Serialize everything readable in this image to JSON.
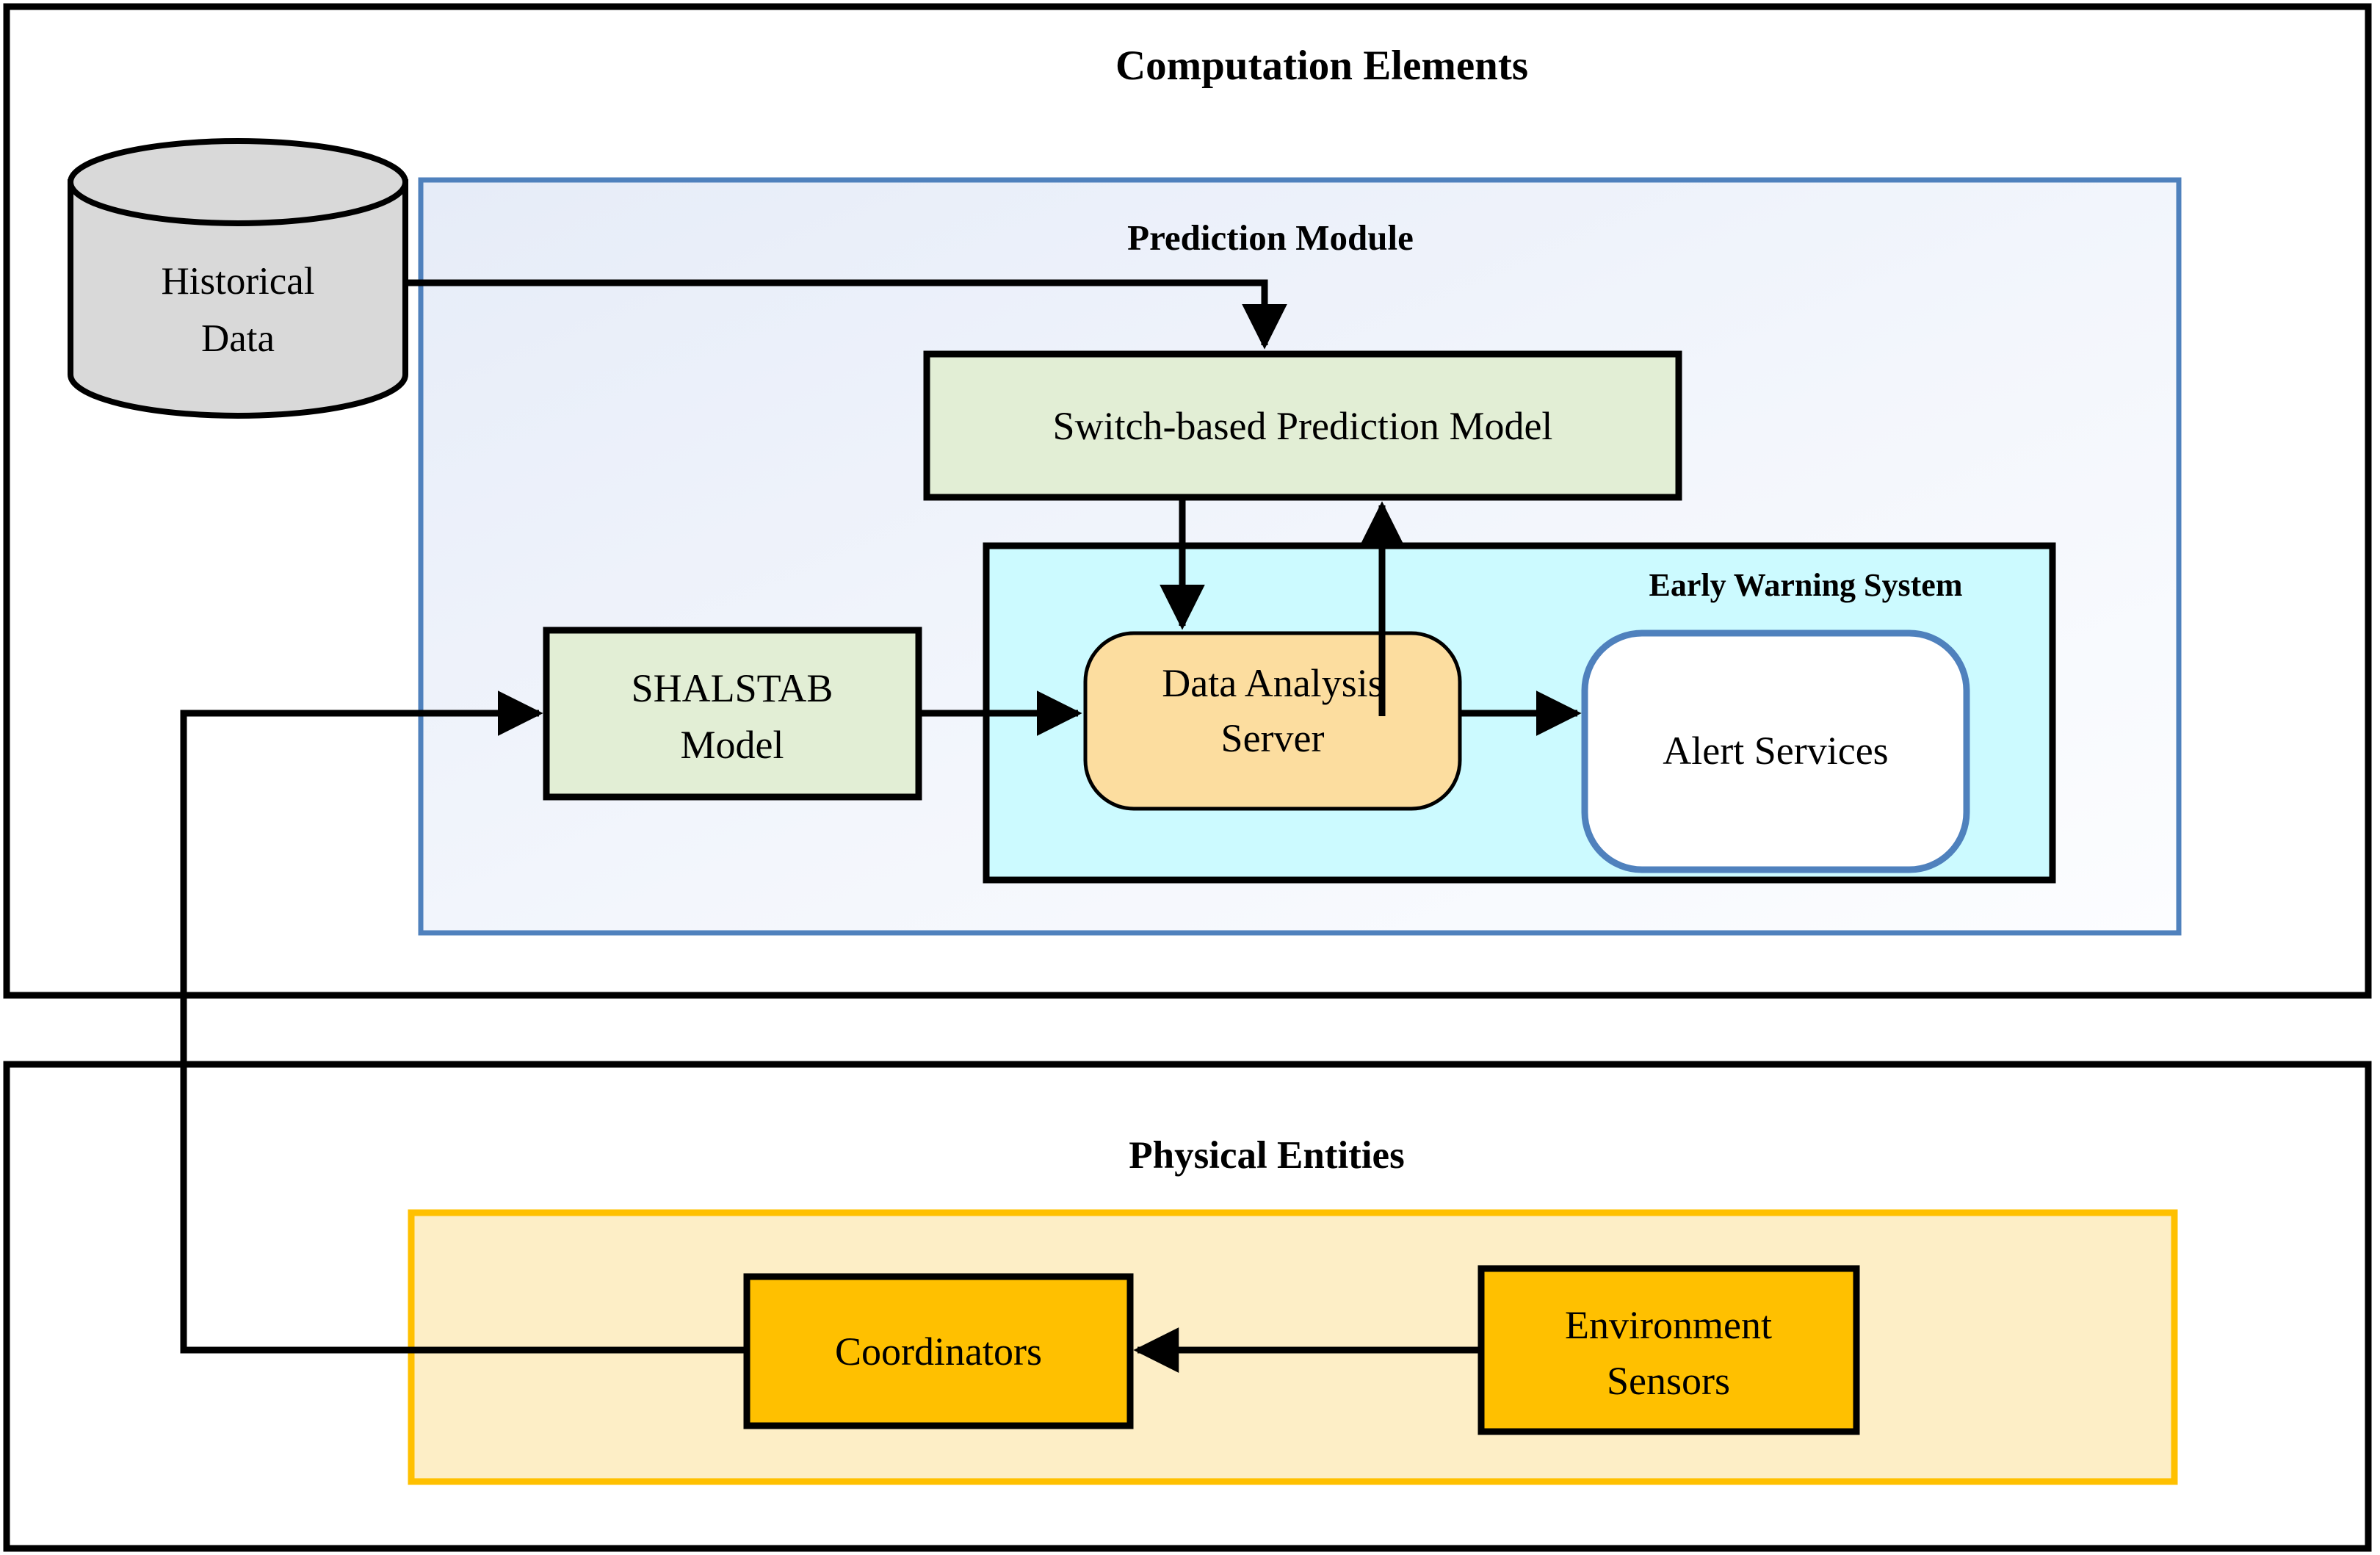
{
  "diagram": {
    "type": "architecture-block-diagram",
    "background": "#ffffff",
    "panels": [
      {
        "id": "computation-elements",
        "title": "Computation Elements",
        "border_color": "#000000",
        "fill": "#ffffff"
      },
      {
        "id": "physical-entities",
        "title": "Physical Entities",
        "border_color": "#000000",
        "fill": "#ffffff"
      }
    ],
    "groups": [
      {
        "id": "prediction-module",
        "title": "Prediction Module",
        "border_color": "#4f81bd",
        "fill": "#eef2fa"
      },
      {
        "id": "early-warning-system",
        "title": "Early Warning System",
        "border_color": "#000000",
        "fill": "#ccfaff"
      },
      {
        "id": "physical-entities-group",
        "title": "",
        "border_color": "#ffc000",
        "fill": "#fdeec6"
      }
    ],
    "nodes": [
      {
        "id": "historical-data",
        "label_line1": "Historical",
        "label_line2": "Data",
        "shape": "cylinder",
        "fill": "#d9d9d9",
        "stroke": "#000000"
      },
      {
        "id": "switch-based-prediction-model",
        "label_line1": "Switch-based Prediction Model",
        "label_line2": "",
        "shape": "rect",
        "fill": "#e2eed5",
        "stroke": "#000000"
      },
      {
        "id": "shalstab-model",
        "label_line1": "SHALSTAB",
        "label_line2": "Model",
        "shape": "rect",
        "fill": "#e2eed5",
        "stroke": "#000000"
      },
      {
        "id": "data-analysis-server",
        "label_line1": "Data Analysis",
        "label_line2": "Server",
        "shape": "rounded-rect",
        "fill": "#fcddA0",
        "stroke": "#000000"
      },
      {
        "id": "alert-services",
        "label_line1": "Alert Services",
        "label_line2": "",
        "shape": "rounded-rect",
        "fill": "#ffffff",
        "stroke": "#4f81bd"
      },
      {
        "id": "coordinators",
        "label_line1": "Coordinators",
        "label_line2": "",
        "shape": "rect",
        "fill": "#ffc000",
        "stroke": "#000000"
      },
      {
        "id": "environment-sensors",
        "label_line1": "Environment",
        "label_line2": "Sensors",
        "shape": "rect",
        "fill": "#ffc000",
        "stroke": "#000000"
      }
    ],
    "edges": [
      {
        "id": "historical-to-prediction-model",
        "from": "historical-data",
        "to": "switch-based-prediction-model",
        "arrow": "end"
      },
      {
        "id": "prediction-model-to-data-analysis-server",
        "from": "switch-based-prediction-model",
        "to": "data-analysis-server",
        "arrow": "end"
      },
      {
        "id": "data-analysis-server-to-prediction-model",
        "from": "data-analysis-server",
        "to": "switch-based-prediction-model",
        "arrow": "end"
      },
      {
        "id": "shalstab-to-data-analysis-server",
        "from": "shalstab-model",
        "to": "data-analysis-server",
        "arrow": "end"
      },
      {
        "id": "data-analysis-server-to-alert-services",
        "from": "data-analysis-server",
        "to": "alert-services",
        "arrow": "end"
      },
      {
        "id": "environment-sensors-to-coordinators",
        "from": "environment-sensors",
        "to": "coordinators",
        "arrow": "end"
      },
      {
        "id": "coordinators-to-shalstab",
        "from": "coordinators",
        "to": "shalstab-model",
        "arrow": "end"
      }
    ]
  },
  "text": {
    "computation_elements": "Computation Elements",
    "prediction_module": "Prediction Module",
    "early_warning_system": "Early Warning System",
    "physical_entities": "Physical Entities",
    "historical_data_l1": "Historical",
    "historical_data_l2": "Data",
    "switch_based_prediction_model": "Switch-based Prediction Model",
    "shalstab_l1": "SHALSTAB",
    "shalstab_l2": "Model",
    "data_analysis_server_l1": "Data Analysis",
    "data_analysis_server_l2": "Server",
    "alert_services": "Alert Services",
    "coordinators": "Coordinators",
    "environment_sensors_l1": "Environment",
    "environment_sensors_l2": "Sensors"
  },
  "colors": {
    "frame": "#000000",
    "prediction_module_border": "#4f81bd",
    "prediction_module_fill_start": "#e8eef9",
    "prediction_module_fill_end": "#fafcff",
    "early_warning_fill": "#ccfaff",
    "green_box_fill": "#e2eed5",
    "amber_fill": "#fcdd9f",
    "orange_solid": "#ffc000",
    "orange_light_fill": "#fdeec6",
    "cylinder_fill": "#d9d9d9",
    "alert_border": "#4f81bd"
  }
}
